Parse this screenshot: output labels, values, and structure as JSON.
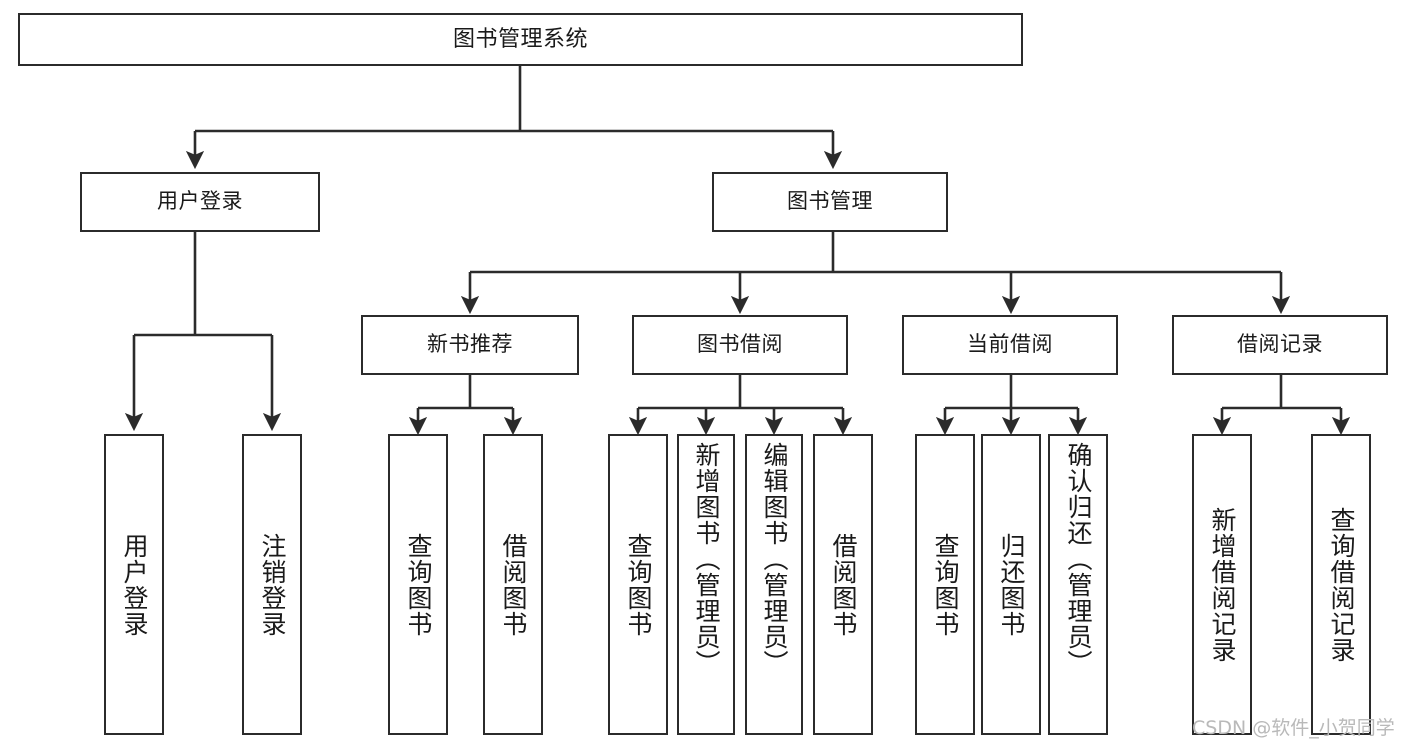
{
  "diagram": {
    "type": "tree",
    "title": "图书管理系统",
    "watermark": "CSDN @软件_小贺同学",
    "colors": {
      "stroke": "#2b2b2b",
      "fill": "#ffffff",
      "text": "#1a1a1a",
      "watermark": "#b9b9b9"
    },
    "root": {
      "label": "图书管理系统"
    },
    "level2": [
      {
        "id": "user-login",
        "label": "用户登录"
      },
      {
        "id": "book-manage",
        "label": "图书管理"
      }
    ],
    "level3": [
      {
        "id": "new-book-recommend",
        "label": "新书推荐"
      },
      {
        "id": "book-borrow",
        "label": "图书借阅"
      },
      {
        "id": "current-borrow",
        "label": "当前借阅"
      },
      {
        "id": "borrow-record",
        "label": "借阅记录"
      }
    ],
    "leaves": {
      "user_login": [
        {
          "id": "leaf-user-login",
          "label": "用户登录"
        },
        {
          "id": "leaf-logout-login",
          "label": "注销登录"
        }
      ],
      "new_book_recommend": [
        {
          "id": "leaf-query-book-1",
          "label": "查询图书"
        },
        {
          "id": "leaf-borrow-book-1",
          "label": "借阅图书"
        }
      ],
      "book_borrow": [
        {
          "id": "leaf-query-book-2",
          "label": "查询图书"
        },
        {
          "id": "leaf-add-book",
          "label": "新增图书（管理员）"
        },
        {
          "id": "leaf-edit-book",
          "label": "编辑图书（管理员）"
        },
        {
          "id": "leaf-borrow-book-2",
          "label": "借阅图书"
        }
      ],
      "current_borrow": [
        {
          "id": "leaf-query-book-3",
          "label": "查询图书"
        },
        {
          "id": "leaf-return-book",
          "label": "归还图书"
        },
        {
          "id": "leaf-confirm-return",
          "label": "确认归还（管理员）"
        }
      ],
      "borrow_record": [
        {
          "id": "leaf-add-record",
          "label": "新增借阅记录"
        },
        {
          "id": "leaf-query-record",
          "label": "查询借阅记录"
        }
      ]
    }
  }
}
